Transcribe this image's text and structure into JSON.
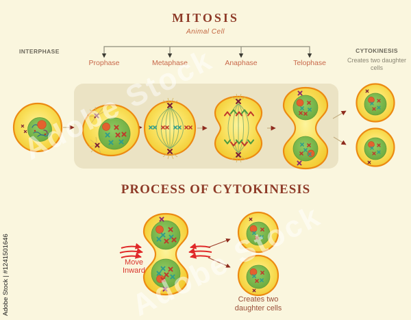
{
  "header": {
    "title": "MITOSIS",
    "subtitle": "Animal Cell",
    "interphase_label": "INTERPHASE",
    "phase_labels": {
      "prophase": "Prophase",
      "metaphase": "Metaphase",
      "anaphase": "Anaphase",
      "telophase": "Telophase"
    },
    "cytokinesis_label": "CYTOKINESIS",
    "cytokinesis_note": "Creates two daughter cells"
  },
  "cytokinesis_section": {
    "title": "PROCESS OF CYTOKINESIS",
    "move_inward_label": "Move Inward",
    "result_note": "Creates two daughter cells"
  },
  "watermark": {
    "side_label": "Adobe Stock | #1241501646",
    "diagonal_label": "Adobe Stock"
  },
  "colors": {
    "background": "#faf6de",
    "stage_band": "#ebe3c4",
    "title_text": "#8e3b28",
    "phase_label_text": "#c8684a",
    "caps_label_text": "#6b675a",
    "cell_fill": "#f8dc52",
    "cell_border": "#ec8a12",
    "nucleus_green": "#76b74a",
    "nucleolus_orange": "#e4612f",
    "chromosome_red": "#c0392b",
    "chromosome_teal": "#2f9d8c",
    "centrosome_dark": "#7b1f35",
    "centrosome_purple": "#8e2a6e",
    "inward_arrow_red": "#e02828"
  }
}
